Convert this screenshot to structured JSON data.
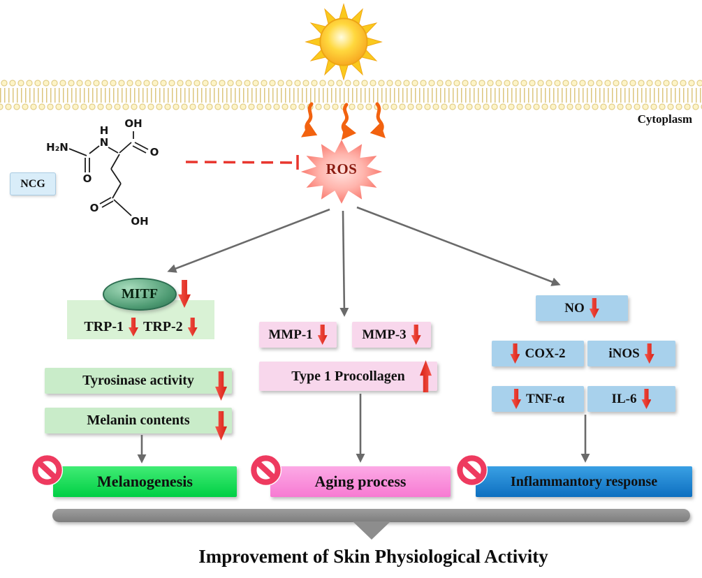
{
  "scene": {
    "cytoplasm_label": "Cytoplasm",
    "ncg_label": "NCG",
    "ros_label": "ROS",
    "bottom_title": "Improvement of Skin Physiological Activity"
  },
  "chemical_structure": {
    "atoms": {
      "h2n": "H₂N",
      "amide_h": "H",
      "amide_n": "N",
      "top_oh": "OH",
      "urea_o": "O",
      "carboxyl_o": "O",
      "bottom_o": "O",
      "bottom_oh": "OH"
    }
  },
  "branches": {
    "melanogenesis": {
      "mitf": "MITF",
      "trp1": "TRP-1",
      "trp2": "TRP-2",
      "tyrosinase": "Tyrosinase activity",
      "melanin": "Melanin contents",
      "outcome": "Melanogenesis"
    },
    "aging": {
      "mmp1": "MMP-1",
      "mmp3": "MMP-3",
      "procollagen": "Type 1 Procollagen",
      "outcome": "Aging process"
    },
    "inflammation": {
      "no": "NO",
      "cox2": "COX-2",
      "inos": "iNOS",
      "tnfa": "TNF-α",
      "il6": "IL-6",
      "outcome": "Inflammantory response"
    }
  },
  "colors": {
    "red_arrow": "#e8382b",
    "light_green": "#c9ecc9",
    "green_outcome": "#0bdb55",
    "light_pink": "#f8d7ec",
    "pink_outcome": "#f98fdb",
    "light_blue": "#a8d1ec",
    "blue_outcome": "#1b80cf",
    "membrane_yellow": "#fdf4c8",
    "prohibition_red": "#ee3a5f",
    "gray_bar": "#8d8d8d",
    "uv_orange": "#f2620f"
  }
}
